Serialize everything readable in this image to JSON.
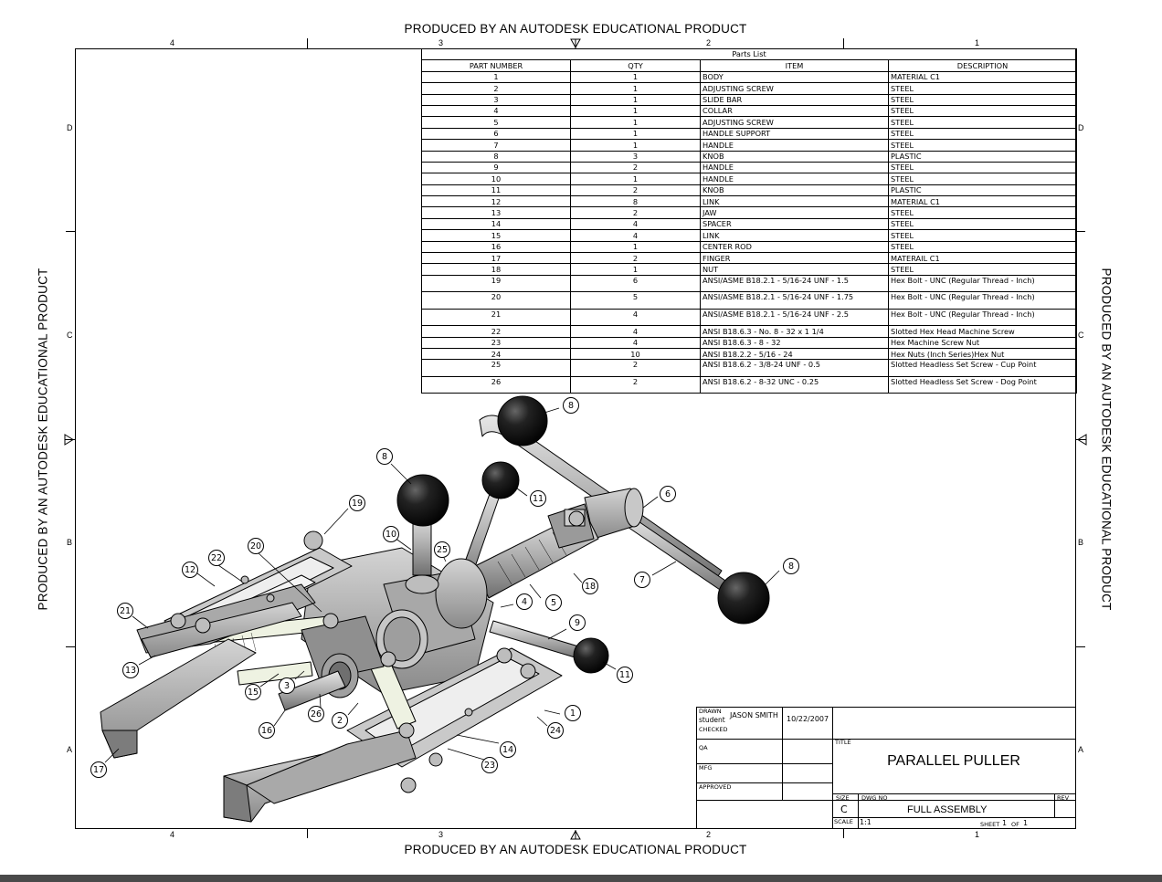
{
  "watermark": "PRODUCED BY AN AUTODESK EDUCATIONAL PRODUCT",
  "zones": {
    "columns": [
      "4",
      "3",
      "2",
      "1"
    ],
    "rows": [
      "D",
      "C",
      "B",
      "A"
    ]
  },
  "parts_list": {
    "title": "Parts List",
    "headers": [
      "PART NUMBER",
      "QTY",
      "ITEM",
      "DESCRIPTION"
    ],
    "rows": [
      [
        "1",
        "1",
        "BODY",
        "MATERIAL C1"
      ],
      [
        "2",
        "1",
        "ADJUSTING SCREW",
        "STEEL"
      ],
      [
        "3",
        "1",
        "SLIDE BAR",
        "STEEL"
      ],
      [
        "4",
        "1",
        "COLLAR",
        "STEEL"
      ],
      [
        "5",
        "1",
        "ADJUSTING SCREW",
        "STEEL"
      ],
      [
        "6",
        "1",
        "HANDLE SUPPORT",
        "STEEL"
      ],
      [
        "7",
        "1",
        "HANDLE",
        "STEEL"
      ],
      [
        "8",
        "3",
        "KNOB",
        "PLASTIC"
      ],
      [
        "9",
        "2",
        "HANDLE",
        "STEEL"
      ],
      [
        "10",
        "1",
        "HANDLE",
        "STEEL"
      ],
      [
        "11",
        "2",
        "KNOB",
        "PLASTIC"
      ],
      [
        "12",
        "8",
        "LINK",
        "MATERIAL C1"
      ],
      [
        "13",
        "2",
        "JAW",
        "STEEL"
      ],
      [
        "14",
        "4",
        "SPACER",
        "STEEL"
      ],
      [
        "15",
        "4",
        "LINK",
        "STEEL"
      ],
      [
        "16",
        "1",
        "CENTER ROD",
        "STEEL"
      ],
      [
        "17",
        "2",
        "FINGER",
        "MATERAIL C1"
      ],
      [
        "18",
        "1",
        "NUT",
        "STEEL"
      ],
      [
        "19",
        "6",
        "ANSI/ASME B18.2.1 - 5/16-24 UNF - 1.5",
        "Hex Bolt - UNC (Regular Thread - Inch)"
      ],
      [
        "20",
        "5",
        "ANSI/ASME B18.2.1 - 5/16-24 UNF - 1.75",
        "Hex Bolt - UNC (Regular Thread - Inch)"
      ],
      [
        "21",
        "4",
        "ANSI/ASME B18.2.1 - 5/16-24 UNF - 2.5",
        "Hex Bolt - UNC (Regular Thread - Inch)"
      ],
      [
        "22",
        "4",
        "ANSI B18.6.3 - No. 8 - 32 x 1 1/4",
        "Slotted Hex Head Machine Screw"
      ],
      [
        "23",
        "4",
        "ANSI B18.6.3 - 8 - 32",
        "Hex Machine Screw Nut"
      ],
      [
        "24",
        "10",
        "ANSI B18.2.2 - 5/16 - 24",
        "Hex Nuts (Inch Series)Hex Nut"
      ],
      [
        "25",
        "2",
        "ANSI B18.6.2 - 3/8-24 UNF - 0.5",
        "Slotted Headless Set Screw - Cup Point"
      ],
      [
        "26",
        "2",
        "ANSI B18.6.2 - 8-32 UNC - 0.25",
        "Slotted Headless Set Screw - Dog Point"
      ]
    ]
  },
  "title_block": {
    "drawn_label": "DRAWN",
    "drawn_by_label": "student",
    "drawn_by": "JASON SMITH",
    "drawn_date": "10/22/2007",
    "checked_label": "CHECKED",
    "qa_label": "QA",
    "mfg_label": "MFG",
    "approved_label": "APPROVED",
    "title_label": "TITLE",
    "title": "PARALLEL PULLER",
    "size_label": "SIZE",
    "size": "C",
    "dwg_no_label": "DWG NO",
    "dwg_no": "FULL ASSEMBLY",
    "rev_label": "REV",
    "scale_label": "SCALE",
    "scale": "1:1",
    "sheet_label": "SHEET",
    "sheet": "1",
    "of_label": "OF",
    "sheet_total": "1"
  },
  "balloons": [
    "1",
    "2",
    "3",
    "4",
    "5",
    "6",
    "7",
    "8",
    "8",
    "8",
    "9",
    "10",
    "11",
    "11",
    "12",
    "13",
    "14",
    "15",
    "16",
    "17",
    "18",
    "19",
    "20",
    "21",
    "22",
    "23",
    "24",
    "25",
    "26"
  ],
  "colors": {
    "line": "#000000",
    "metal": "#b5b5b5",
    "metal_dark": "#7c7c7c",
    "link_light": "#e8ecdc",
    "knob": "#151515"
  }
}
